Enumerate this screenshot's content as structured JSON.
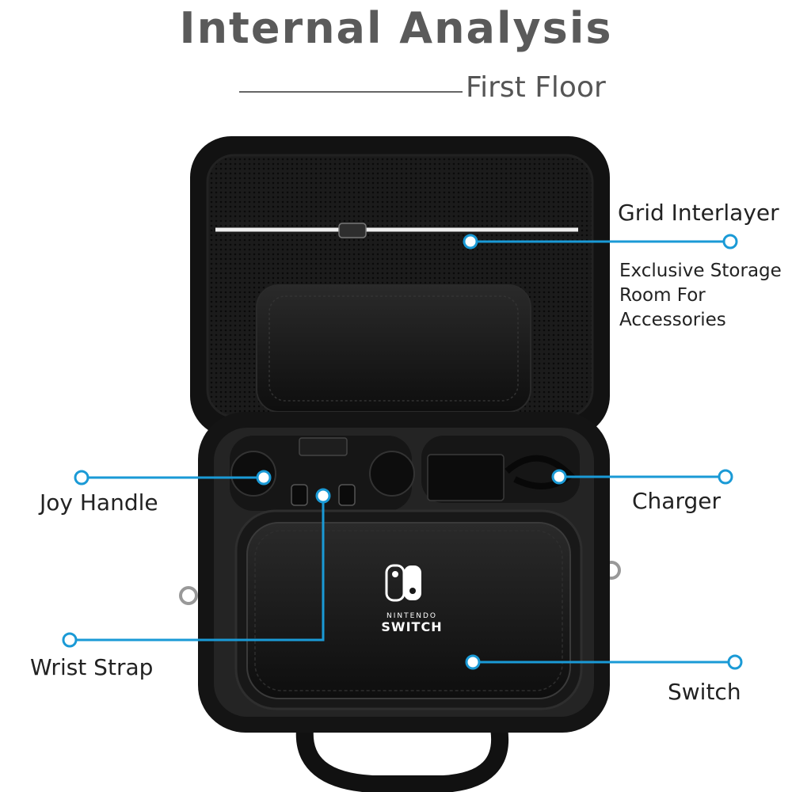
{
  "header": {
    "title": "Internal Analysis",
    "subtitle": "First Floor"
  },
  "callouts": {
    "grid_interlayer": {
      "label": "Grid Interlayer",
      "description": [
        "Exclusive Storage",
        "Room For",
        "Accessories"
      ]
    },
    "joy_handle": {
      "label": "Joy Handle"
    },
    "charger": {
      "label": "Charger"
    },
    "wrist_strap": {
      "label": "Wrist Strap"
    },
    "switch": {
      "label": "Switch"
    }
  },
  "product": {
    "logo_line1": "NINTENDO",
    "logo_line2": "SWITCH"
  },
  "colors": {
    "callout_accent": "#1a9ad6",
    "case_black": "#141414",
    "title_gray": "#5a5a5a"
  }
}
